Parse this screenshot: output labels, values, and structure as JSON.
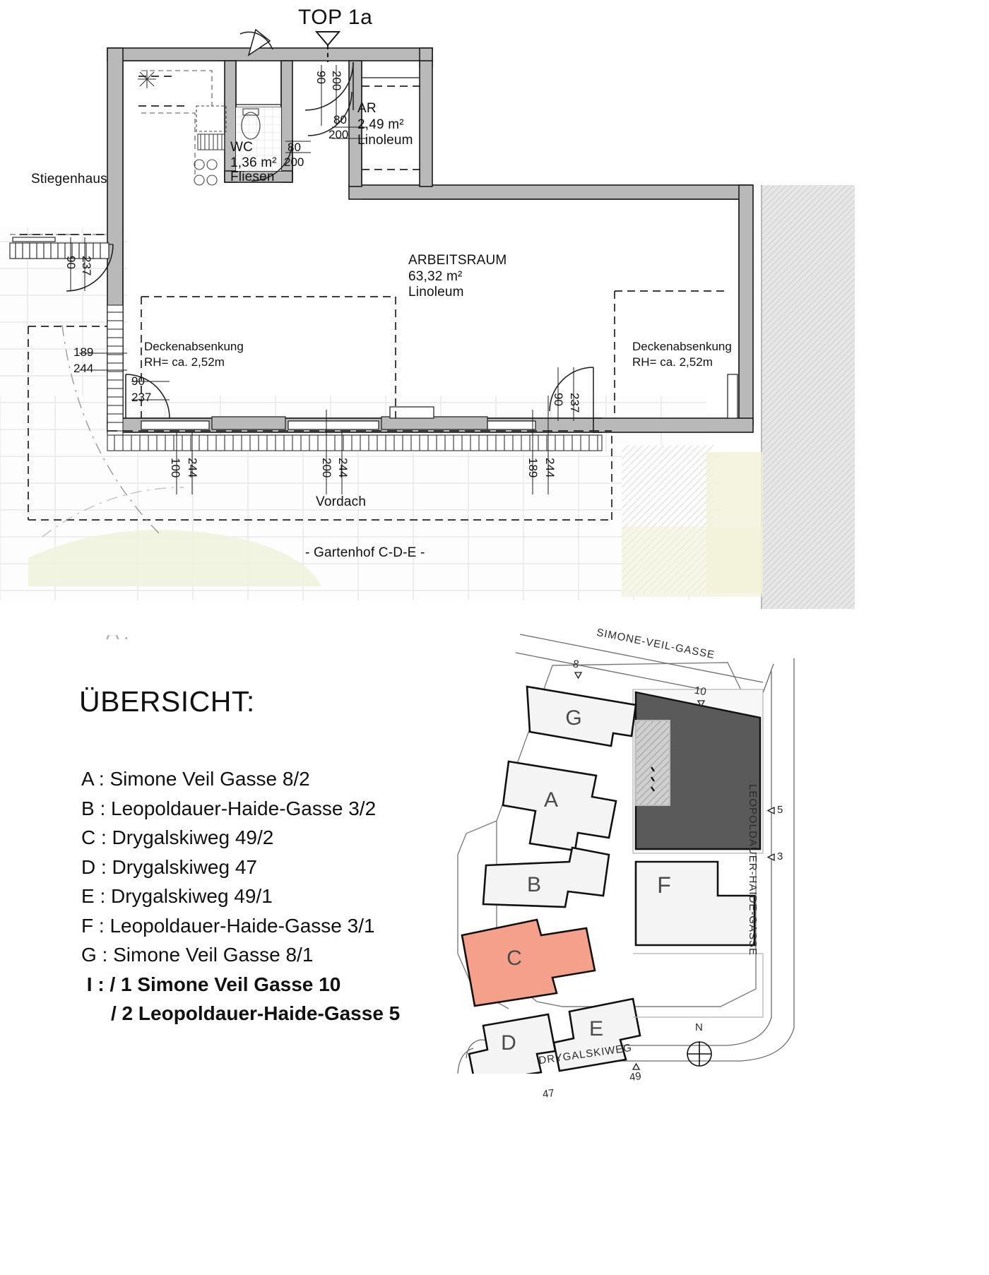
{
  "plan": {
    "top_title": "TOP 1a",
    "rooms": [
      {
        "name": "WC",
        "area": "1,36 m²",
        "floor": "Fliesen"
      },
      {
        "name": "AR",
        "area": "2,49 m²",
        "floor": "Linoleum"
      },
      {
        "name": "ARBEITSRAUM",
        "area": "63,32 m²",
        "floor": "Linoleum"
      }
    ],
    "labels": {
      "stiegenhaus": "Stiegenhaus",
      "vordach": "Vordach",
      "gartenhof": "- Gartenhof C-D-E -",
      "wc_name": "WC",
      "wc_area": "1,36 m²",
      "wc_floor": "Fliesen",
      "ar_name": "AR",
      "ar_area": "2,49 m²",
      "ar_floor": "Linoleum",
      "main_name": "ARBEITSRAUM",
      "main_area": "63,32 m²",
      "main_floor": "Linoleum",
      "ceiling_left_line1": "Deckenabsenkung",
      "ceiling_left_line2": "RH= ca. 2,52m",
      "ceiling_right_line1": "Deckenabsenkung",
      "ceiling_right_line2": "RH= ca. 2,52m"
    },
    "openings": [
      {
        "id": "entry-door",
        "width": "90",
        "height": "200"
      },
      {
        "id": "ar-door",
        "width": "80",
        "height": "200"
      },
      {
        "id": "wc-door",
        "width": "80",
        "height": "200"
      },
      {
        "id": "stair-door",
        "width": "90",
        "height": "237"
      },
      {
        "id": "terrace-door-l",
        "width": "90",
        "height": "237"
      },
      {
        "id": "terrace-door-r",
        "width": "90",
        "height": "237"
      },
      {
        "id": "window-left",
        "width": "189",
        "height": "244"
      },
      {
        "id": "window-bottom-1",
        "width": "100",
        "height": "244"
      },
      {
        "id": "window-bottom-2",
        "width": "200",
        "height": "244"
      },
      {
        "id": "window-bottom-3",
        "width": "189",
        "height": "244"
      }
    ]
  },
  "overview": {
    "title": "ÜBERSICHT:",
    "ghost_fragment": "A :",
    "entries": [
      {
        "key": "A",
        "text": "A : Simone Veil Gasse 8/2",
        "bold": false,
        "indent": false
      },
      {
        "key": "B",
        "text": "B : Leopoldauer-Haide-Gasse 3/2",
        "bold": false,
        "indent": false
      },
      {
        "key": "C",
        "text": "C : Drygalskiweg 49/2",
        "bold": false,
        "indent": false
      },
      {
        "key": "D",
        "text": "D : Drygalskiweg 47",
        "bold": false,
        "indent": false
      },
      {
        "key": "E",
        "text": "E : Drygalskiweg 49/1",
        "bold": false,
        "indent": false
      },
      {
        "key": "F",
        "text": "F : Leopoldauer-Haide-Gasse 3/1",
        "bold": false,
        "indent": false
      },
      {
        "key": "G",
        "text": "G : Simone Veil Gasse 8/1",
        "bold": false,
        "indent": false
      },
      {
        "key": "I1",
        "text": " I : / 1 Simone Veil Gasse 10",
        "bold": true,
        "indent": false
      },
      {
        "key": "I2",
        "text": "/ 2 Leopoldauer-Haide-Gasse 5",
        "bold": true,
        "indent": true
      }
    ]
  },
  "sitemap": {
    "streets": [
      {
        "id": "simone-veil-gasse",
        "label": "SIMONE-VEIL-GASSE"
      },
      {
        "id": "leopoldauer-haide-gasse",
        "label": "LEOPOLDAUER-HAIDE-GASSE"
      },
      {
        "id": "drygalskiweg",
        "label": "DRYGALSKIWEG"
      }
    ],
    "buildings": [
      {
        "id": "G",
        "label": "G",
        "highlight": false
      },
      {
        "id": "A",
        "label": "A",
        "highlight": false
      },
      {
        "id": "B",
        "label": "B",
        "highlight": false
      },
      {
        "id": "C",
        "label": "C",
        "highlight": true
      },
      {
        "id": "D",
        "label": "D",
        "highlight": false
      },
      {
        "id": "E",
        "label": "E",
        "highlight": false
      },
      {
        "id": "F",
        "label": "F",
        "highlight": false
      }
    ],
    "house_numbers": [
      {
        "id": "num-8",
        "label": "8"
      },
      {
        "id": "num-10",
        "label": "10"
      },
      {
        "id": "num-5",
        "label": "5"
      },
      {
        "id": "num-3",
        "label": "3"
      },
      {
        "id": "num-47",
        "label": "47"
      },
      {
        "id": "num-49",
        "label": "49"
      }
    ],
    "north_label": "N",
    "highlight_color": "#F4A08A",
    "dark_block_color": "#5a5a5a"
  }
}
